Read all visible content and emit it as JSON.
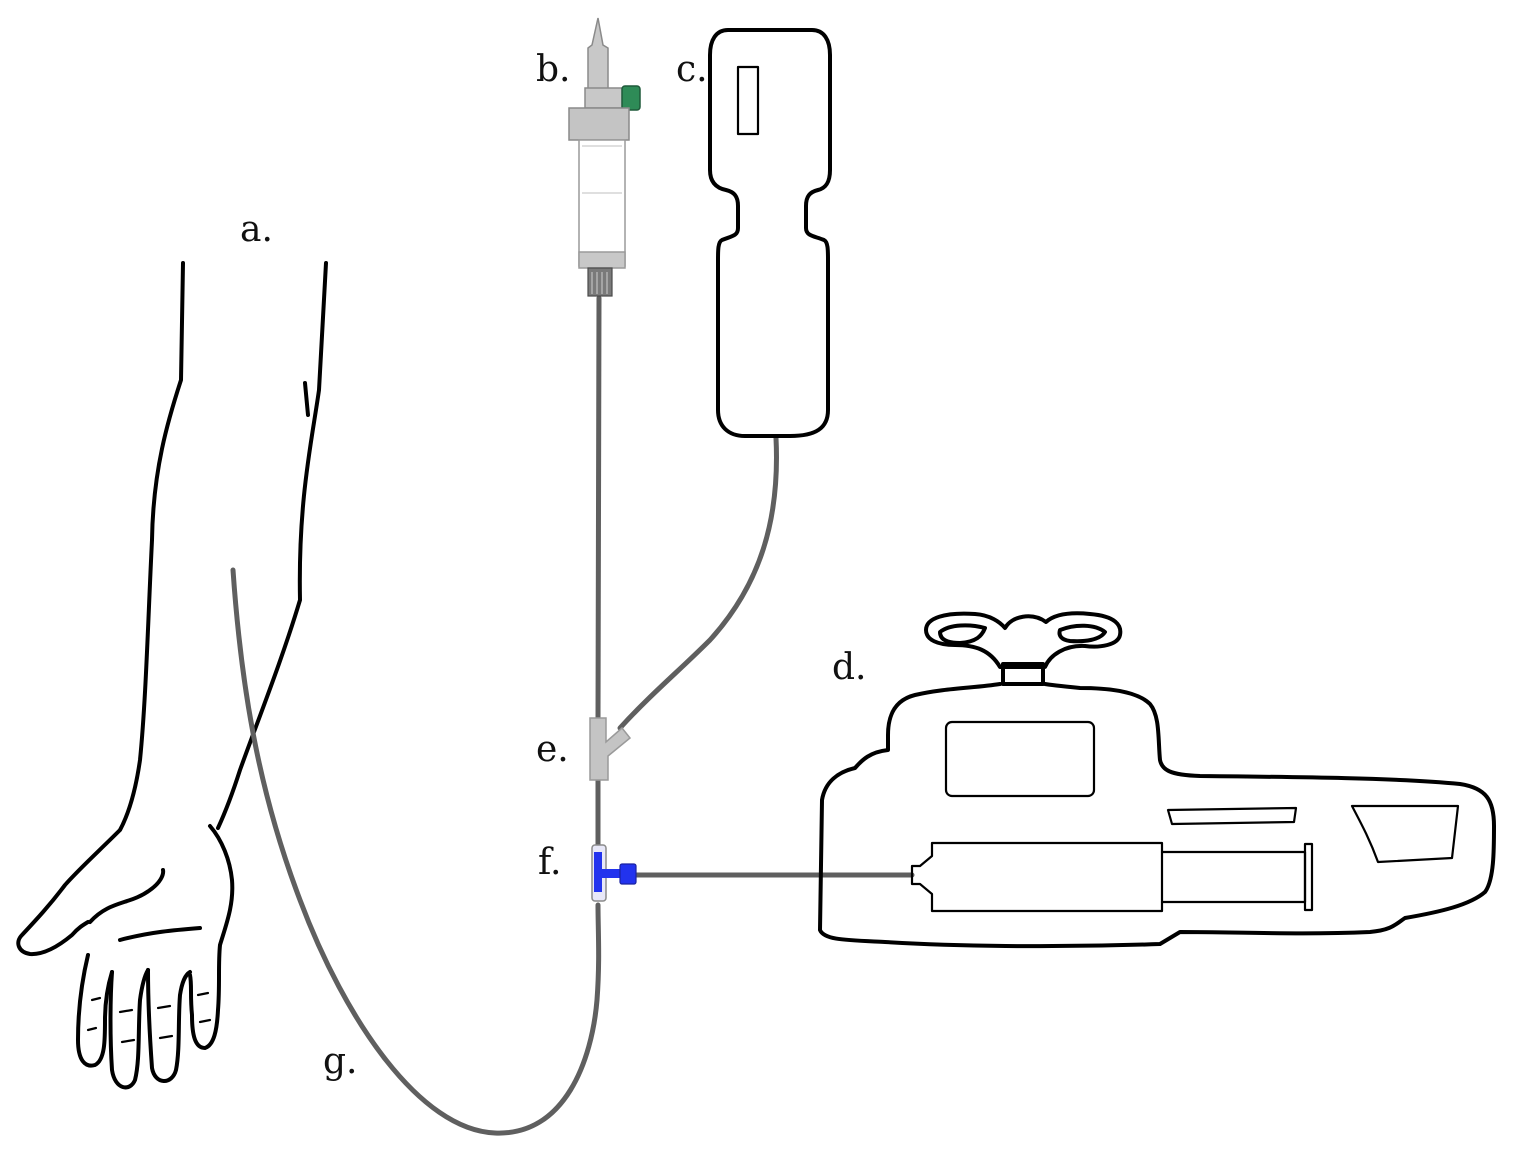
{
  "labels": {
    "a": "a.",
    "b": "b.",
    "c": "c.",
    "d": "d.",
    "e": "e.",
    "f": "f.",
    "g": "g."
  },
  "colors": {
    "tube": "#5f5f5f",
    "chamber_grey": "#c8c8c8",
    "roller_clamp_green": "#2e8b57",
    "three_way_connector_blue": "#2233ee",
    "outline": "#000000",
    "background": "#ffffff"
  }
}
